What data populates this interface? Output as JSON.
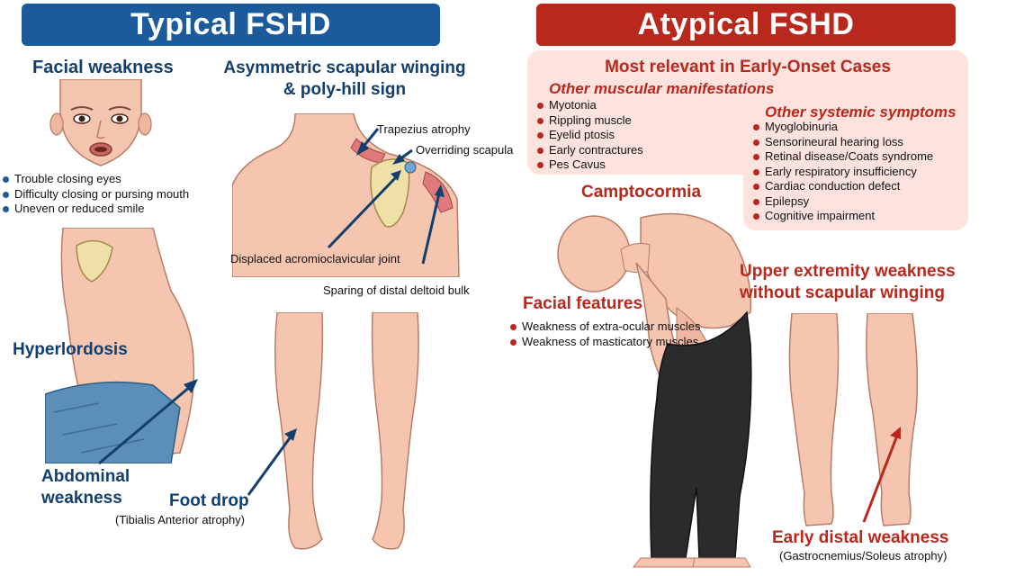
{
  "colors": {
    "typical_banner": "#1b5b9c",
    "atypical_banner": "#b8281d",
    "typical_text": "#123f6e",
    "atypical_text": "#b8281d",
    "pink_panel": "#fde2de",
    "skin": "#f5c5b0"
  },
  "typical": {
    "banner": "Typical FSHD",
    "facial_weakness": {
      "title": "Facial weakness",
      "items": [
        "Trouble closing eyes",
        "Difficulty closing or pursing mouth",
        "Uneven or reduced smile"
      ]
    },
    "scapular": {
      "title_line1": "Asymmetric scapular winging",
      "title_line2": "& poly-hill sign",
      "labels": {
        "trapezius": "Trapezius atrophy",
        "overriding": "Overriding scapula",
        "displaced": "Displaced acromioclavicular joint",
        "sparing": "Sparing of distal deltoid bulk"
      }
    },
    "hyperlordosis": "Hyperlordosis",
    "abdominal_line1": "Abdominal",
    "abdominal_line2": "weakness",
    "foot_drop": {
      "title": "Foot drop",
      "sub": "(Tibialis Anterior atrophy)"
    }
  },
  "atypical": {
    "banner": "Atypical FSHD",
    "early_onset_title": "Most relevant in Early-Onset Cases",
    "muscular": {
      "title": "Other muscular manifestations",
      "items": [
        "Myotonia",
        "Rippling muscle",
        "Eyelid ptosis",
        "Early contractures",
        "Pes Cavus"
      ]
    },
    "systemic": {
      "title": "Other systemic symptoms",
      "items": [
        "Myoglobinuria",
        "Sensorineural hearing loss",
        "Retinal disease/Coats syndrome",
        "Early respiratory insufficiency",
        "Cardiac conduction defect",
        "Epilepsy",
        "Cognitive impairment"
      ]
    },
    "camptocormia": "Camptocormia",
    "facial_features": {
      "title": "Facial features",
      "items": [
        "Weakness of extra-ocular muscles",
        "Weakness of masticatory muscles"
      ]
    },
    "upper_line1": "Upper extremity weakness",
    "upper_line2": "without scapular winging",
    "distal": {
      "title": "Early distal weakness",
      "sub": "(Gastrocnemius/Soleus atrophy)"
    }
  }
}
